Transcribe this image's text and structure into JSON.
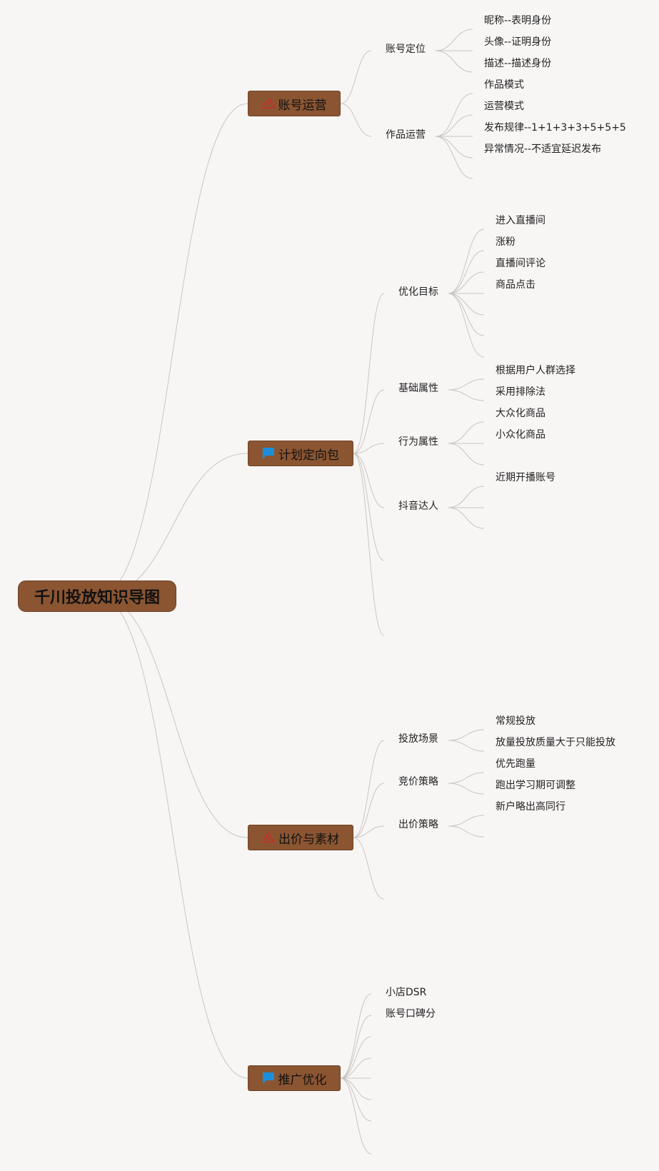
{
  "root": {
    "label": "千川投放知识导图"
  },
  "branches": [
    {
      "label": "账号运营",
      "icon": "mountain-icon",
      "children": [
        {
          "label": "账号定位",
          "leaves": [
            "昵称--表明身份",
            "头像--证明身份",
            "描述--描述身份"
          ]
        },
        {
          "label": "作品运营",
          "leaves": [
            "作品模式",
            "运营模式",
            "发布规律--1+1+3+3+5+5+5",
            "异常情况--不适宜延迟发布",
            ""
          ]
        }
      ]
    },
    {
      "label": "计划定向包",
      "icon": "flag-icon",
      "children": [
        {
          "label": "优化目标",
          "leaves": [
            "进入直播间",
            "涨粉",
            "直播间评论",
            "商品点击",
            "",
            "",
            ""
          ]
        },
        {
          "label": "基础属性",
          "leaves": [
            "根据用户人群选择",
            "采用排除法"
          ]
        },
        {
          "label": "行为属性",
          "leaves": [
            "大众化商品",
            "小众化商品",
            ""
          ]
        },
        {
          "label": "抖音达人",
          "leaves": [
            "近期开播账号",
            "",
            ""
          ]
        },
        {
          "label": "",
          "leaves": []
        },
        {
          "label": "",
          "leaves": []
        }
      ]
    },
    {
      "label": "出价与素材",
      "icon": "triangle-icon",
      "children": [
        {
          "label": "投放场景",
          "leaves": [
            "常规投放",
            "放量投放质量大于只能投放"
          ]
        },
        {
          "label": "竞价策略",
          "leaves": [
            "优先跑量",
            "跑出学习期可调整"
          ]
        },
        {
          "label": "出价策略",
          "leaves": [
            "新户略出高同行",
            ""
          ]
        },
        {
          "label": "",
          "leaves": []
        }
      ]
    },
    {
      "label": "推广优化",
      "icon": "flag-icon",
      "children": [
        {
          "label": "小店DSR",
          "leaves": []
        },
        {
          "label": "账号口碑分",
          "leaves": []
        },
        {
          "label": "",
          "leaves": []
        },
        {
          "label": "",
          "leaves": []
        },
        {
          "label": "",
          "leaves": []
        },
        {
          "label": "",
          "leaves": []
        },
        {
          "label": "",
          "leaves": []
        },
        {
          "label": "",
          "leaves": []
        }
      ]
    }
  ],
  "colors": {
    "node_fill": "#8b5532",
    "connector": "#c9c4c0",
    "background": "#f8f6f5",
    "flag_icon": "#1b8fd9",
    "mountain_icon": "#c8302a"
  }
}
